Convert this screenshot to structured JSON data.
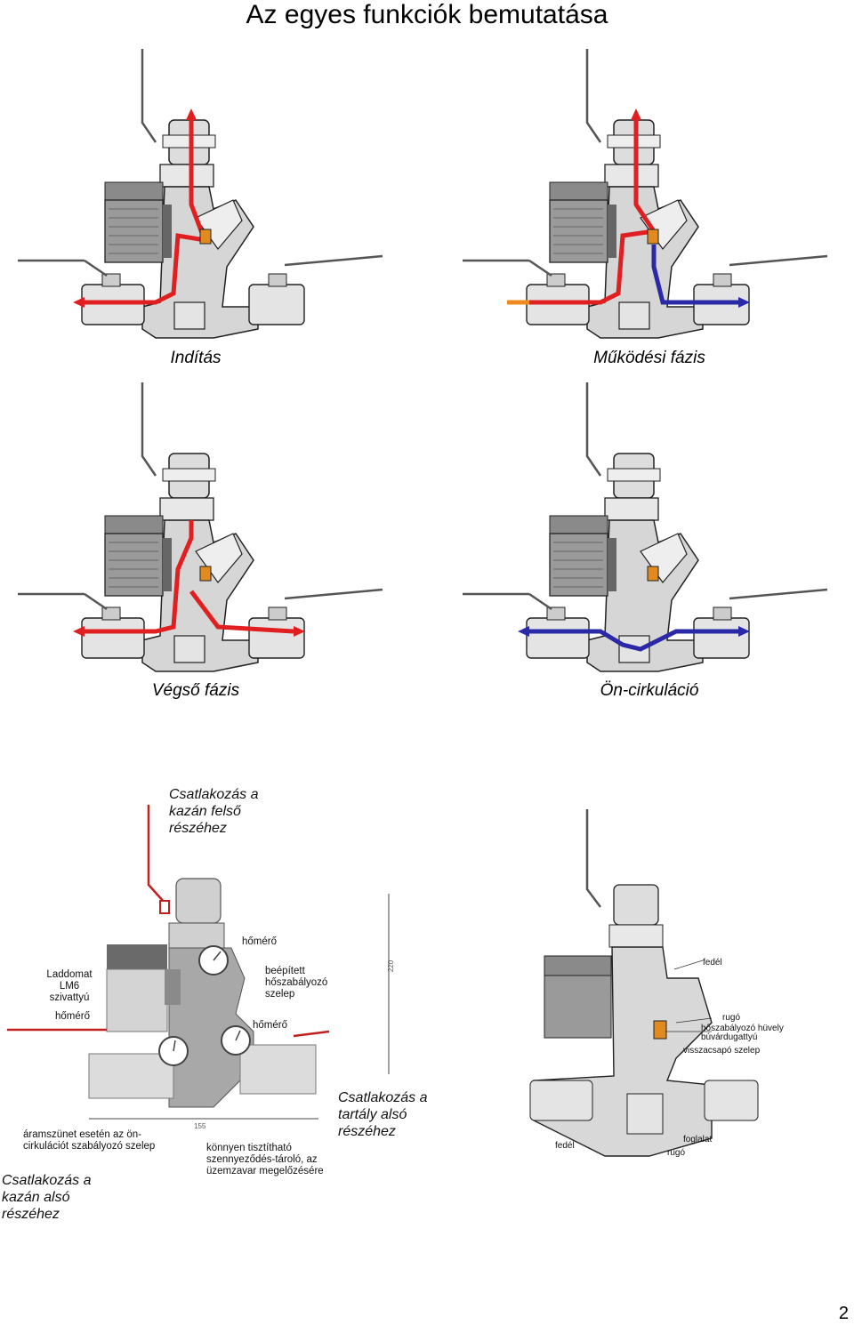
{
  "page": {
    "title": "Az egyes funkciók bemutatása",
    "page_number": "2"
  },
  "diagrams": [
    {
      "caption": "Indítás"
    },
    {
      "caption": "Működési fázis"
    },
    {
      "caption": "Végső fázis"
    },
    {
      "caption": "Ön-cirkuláció"
    }
  ],
  "detail_left": {
    "conn_top": "Csatlakozás a kazán felső részéhez",
    "conn_tank": "Csatlakozás a tartály alsó részéhez",
    "conn_bottom": "Csatlakozás a kazán alsó részéhez",
    "pump": "Laddomat LM6 szivattyú",
    "thermo1": "hőmérő",
    "thermo2": "hőmérő",
    "thermo3": "hőmérő",
    "valve": "beépített hőszabályozó szelep",
    "selfcirc": "áramszünet esetén az ön-cirkulációt szabályozó szelep",
    "filter": "könnyen tisztítható szennyeződés-tároló, az üzemzavar megelőzésére",
    "dim_h": "220",
    "dim_w": "155"
  },
  "detail_right": {
    "lid_top": "fedél",
    "spring": "rugó",
    "sleeve": "hőszabályozó hüvely",
    "plunger": "búvárdugattyú",
    "check": "visszacsapó szelep",
    "lid_bottom": "fedél",
    "seat": "foglalat",
    "spring2": "rugó"
  },
  "colors": {
    "hot": "#e02020",
    "cold": "#2a2aa8",
    "body": "#cfcfcf",
    "pump": "#8a8a8a",
    "warm": "#f08a20"
  }
}
